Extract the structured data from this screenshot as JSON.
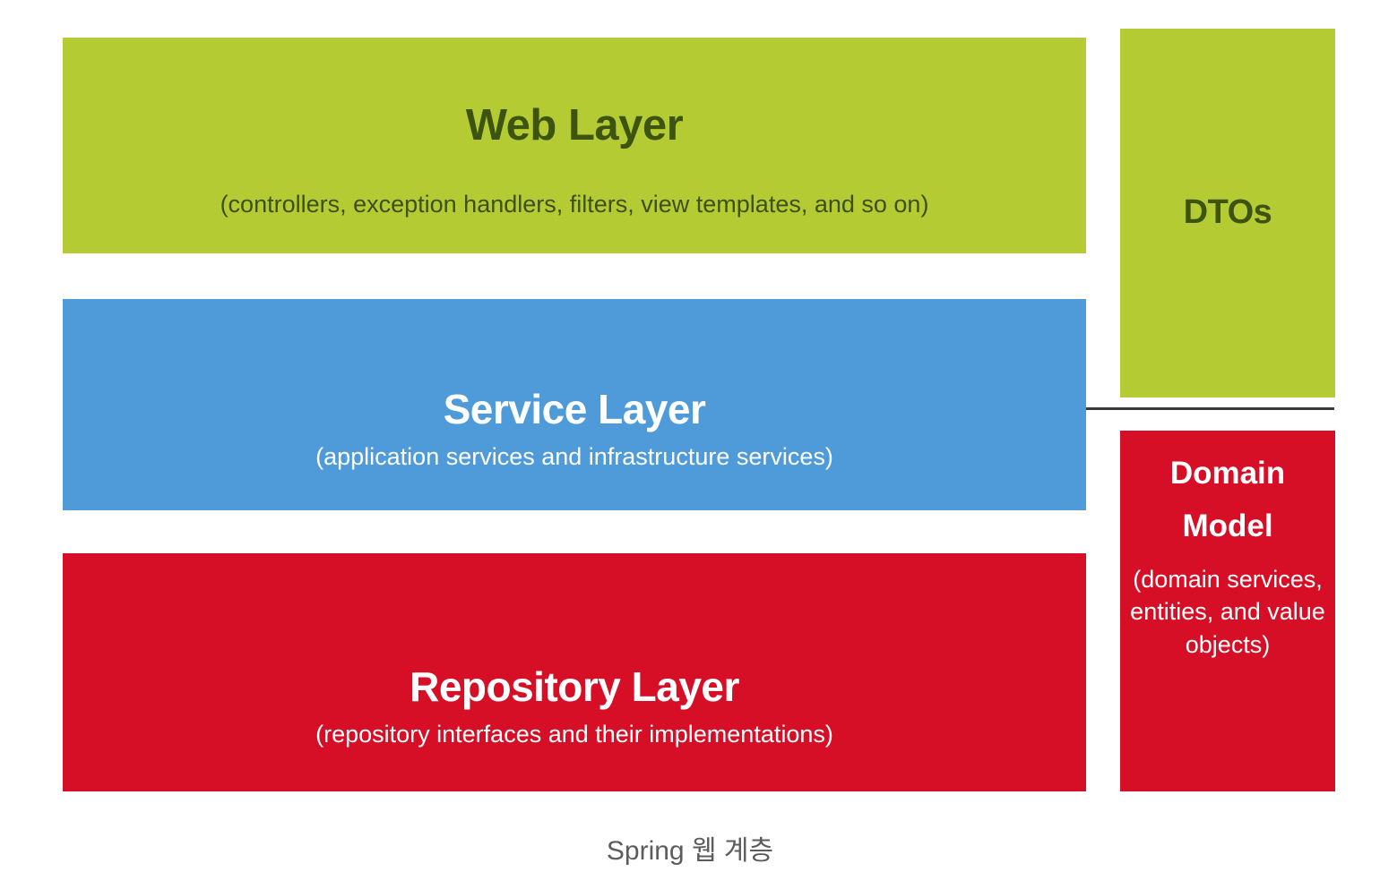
{
  "diagram": {
    "caption": "Spring 웹 계층",
    "colors": {
      "green": "#b4cb33",
      "green_text": "#3d5410",
      "blue": "#4f9bd9",
      "red": "#d60f26",
      "white": "#ffffff",
      "divider": "#3a3a3a",
      "caption_text": "#5c5c5c",
      "background": "#ffffff"
    },
    "layers": [
      {
        "id": "web-layer",
        "title": "Web Layer",
        "subtitle": "(controllers, exception handlers, filters, view templates, and so on)",
        "color": "#b4cb33"
      },
      {
        "id": "service-layer",
        "title": "Service Layer",
        "subtitle": "(application services and infrastructure services)",
        "color": "#4f9bd9"
      },
      {
        "id": "repository-layer",
        "title": "Repository Layer",
        "subtitle": "(repository interfaces and their implementations)",
        "color": "#d60f26"
      }
    ],
    "side_boxes": [
      {
        "id": "dtos",
        "title": "DTOs",
        "color": "#b4cb33"
      },
      {
        "id": "domain-model",
        "title_line1": "Domain",
        "title_line2": "Model",
        "subtitle": "(domain services, entities, and value objects)",
        "color": "#d60f26"
      }
    ]
  }
}
